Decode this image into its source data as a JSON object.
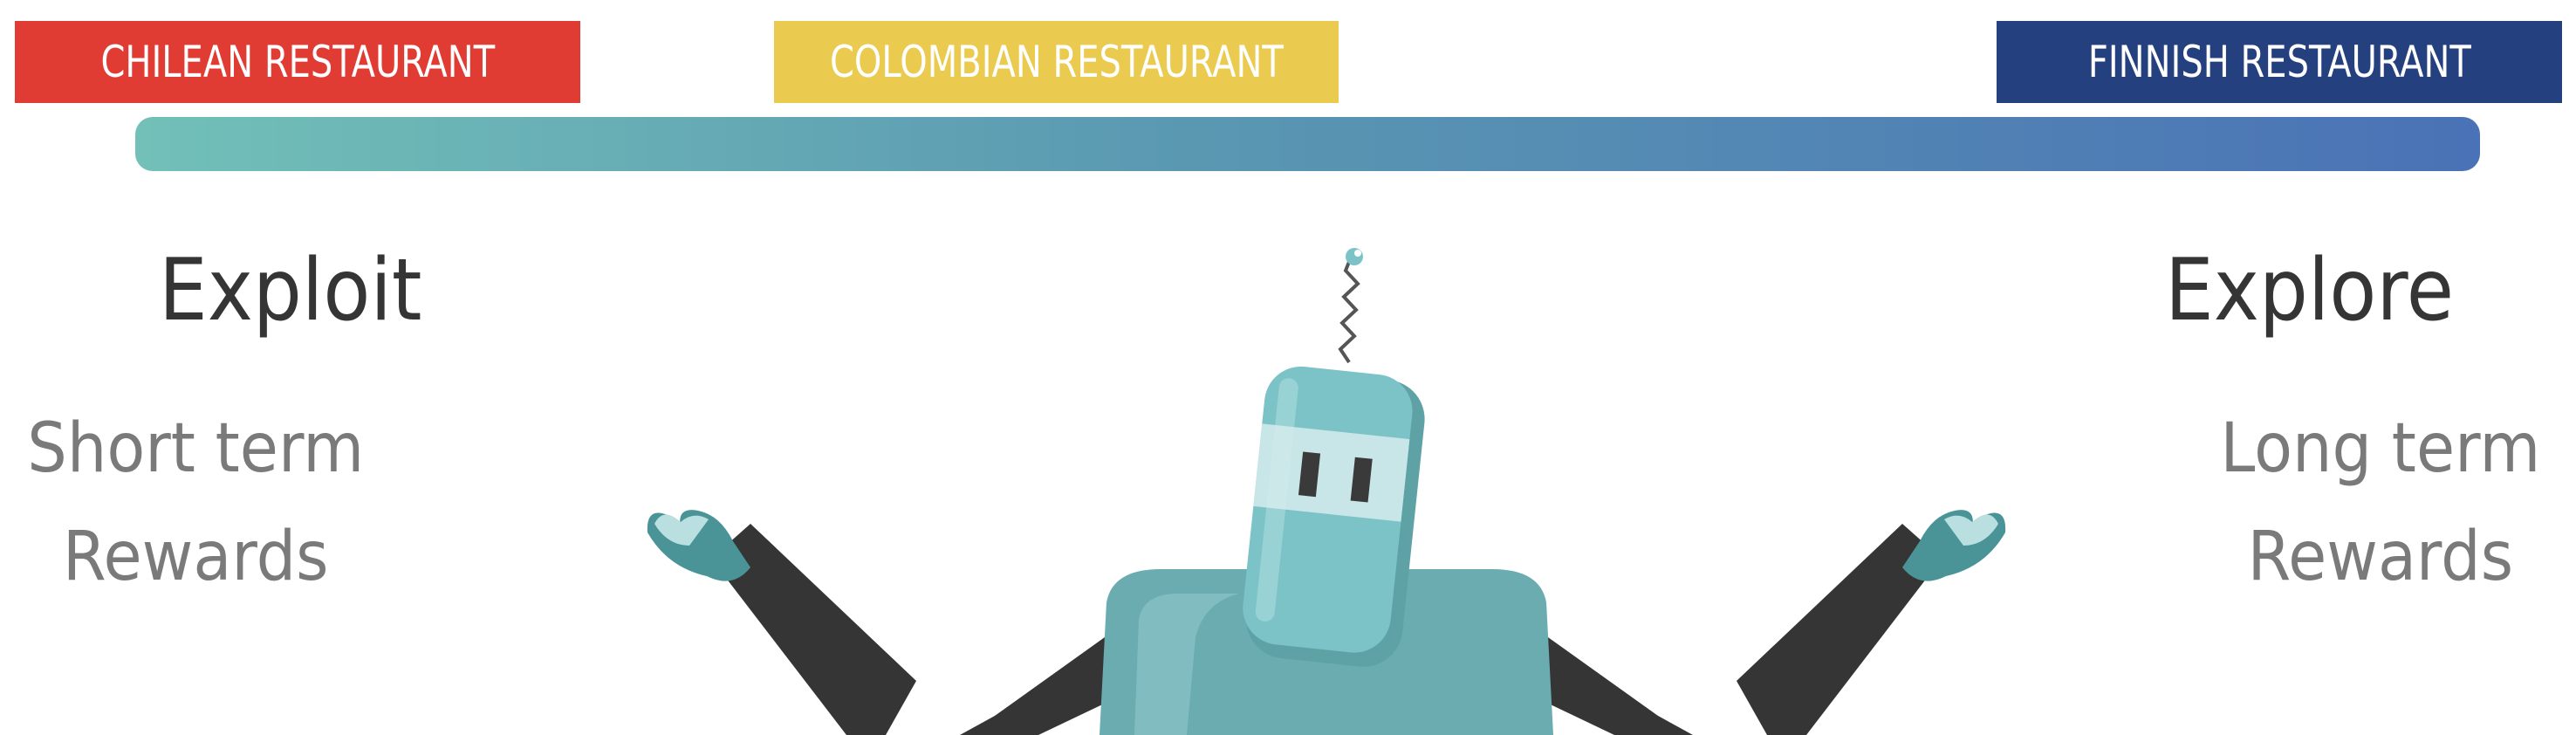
{
  "tags": {
    "chilean": "CHILEAN RESTAURANT",
    "colombian": "COLOMBIAN RESTAURANT",
    "finnish": "FINNISH RESTAURANT"
  },
  "left": {
    "heading": "Exploit",
    "line1": "Short term",
    "line2": "Rewards"
  },
  "right": {
    "heading": "Explore",
    "line1": "Long term",
    "line2": "Rewards"
  },
  "colors": {
    "chilean": "#e03c33",
    "colombian": "#ebcb4f",
    "finnish": "#25407f",
    "gradient_start": "#72c0b8",
    "gradient_end": "#4a72b6",
    "robot_body": "#6db1b5",
    "robot_arm": "#353535"
  },
  "icons": {
    "robot": "robot-illustration"
  }
}
